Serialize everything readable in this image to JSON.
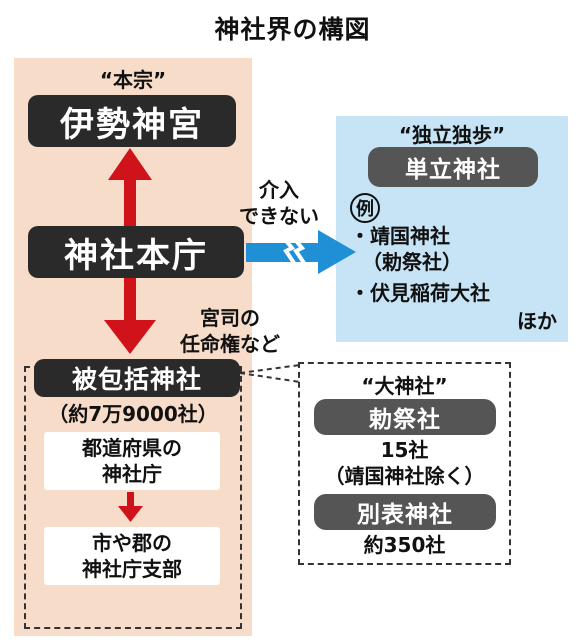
{
  "title": "神社界の構図",
  "left": {
    "honshu_quote": "“本宗”",
    "ise": "伊勢神宮",
    "honcho": "神社本庁",
    "authority_line1": "宮司の",
    "authority_line2": "任命権など",
    "hihokatsu": "被包括神社",
    "count": "（約7万9000社）",
    "pref_line1": "都道府県の",
    "pref_line2": "神社庁",
    "branch_line1": "市や郡の",
    "branch_line2": "神社庁支部"
  },
  "middle": {
    "no_intervene_line1": "介入",
    "no_intervene_line2": "できない"
  },
  "right": {
    "independent_quote": "“独立独歩”",
    "tanritsu": "単立神社",
    "example_mark": "例",
    "item1_line1": "・靖国神社",
    "item1_line2": "（勅祭社）",
    "item2": "・伏見稲荷大社",
    "others": "ほか"
  },
  "daijinja": {
    "quote": "“大神社”",
    "chokusai": "勅祭社",
    "chokusai_count": "15社",
    "chokusai_note": "（靖国神社除く）",
    "beppyo": "別表神社",
    "beppyo_count": "約350社"
  },
  "colors": {
    "left_panel": "#f6dcc9",
    "right_panel": "#c6e4f6",
    "red_arrow": "#d0121b",
    "blue_arrow": "#1f8fd6",
    "dark_pill": "#2a2a2a",
    "gray_pill": "#555555"
  }
}
